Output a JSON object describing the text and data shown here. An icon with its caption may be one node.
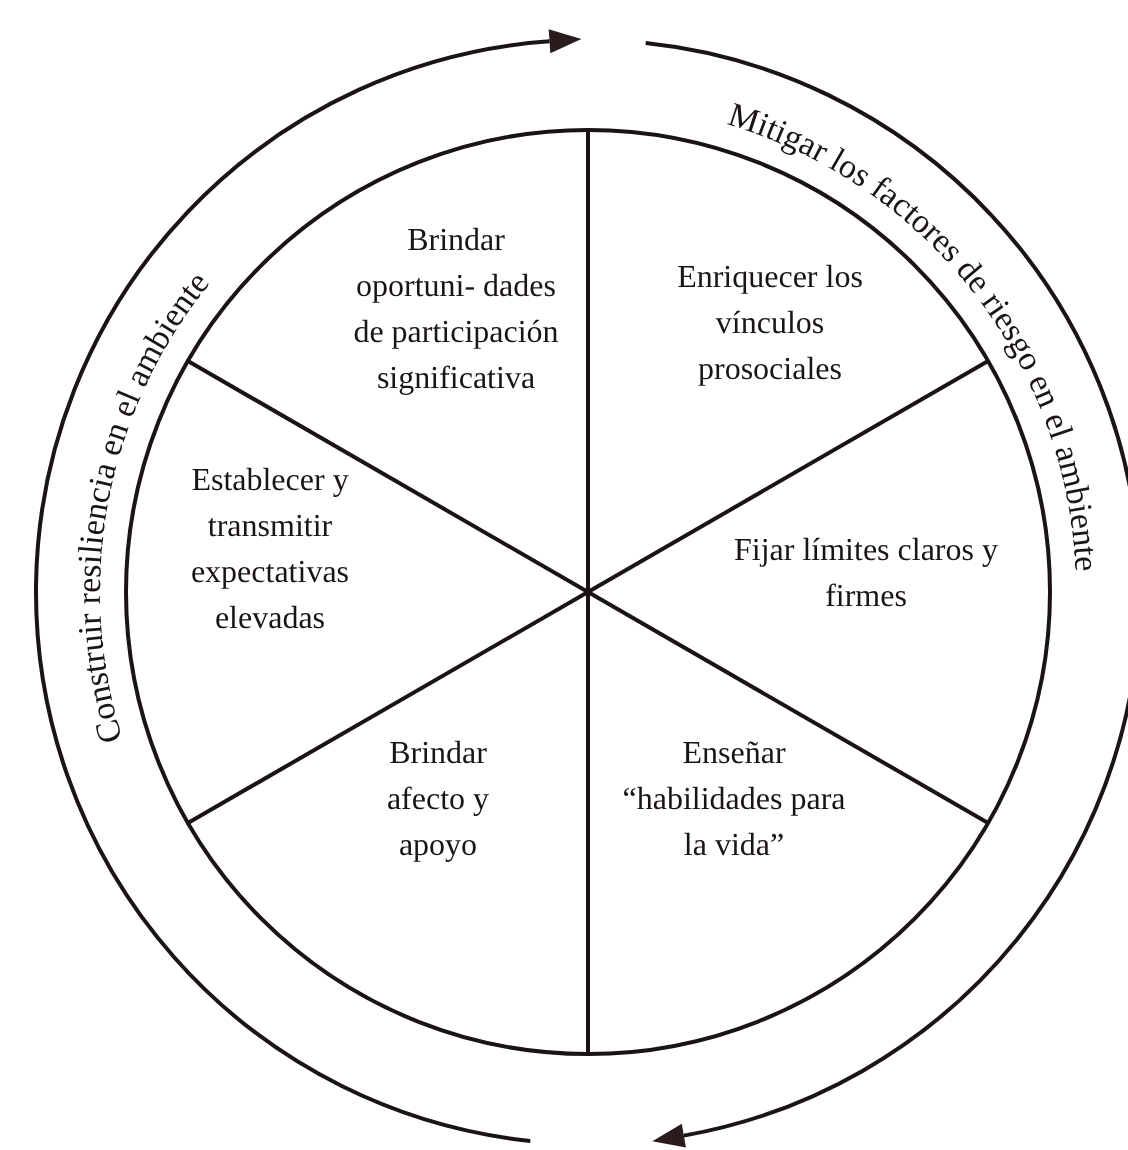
{
  "diagram": {
    "nodes": [
      {
        "text": [
          "Brindar oportuni- dades de participación significativa"
        ]
      },
      {
        "text": [
          "Enriquecer los vínculos prosociales"
        ]
      },
      {
        "text": [
          "Establecer y transmitir expectativas elevadas"
        ]
      },
      {
        "text": [
          "Fijar límites claros y firmes"
        ]
      },
      {
        "text": [
          "Brindar afecto y apoyo"
        ]
      },
      {
        "text": [
          "Enseñar “habilidades para la vida”"
        ]
      }
    ],
    "labels": [
      "Construir resiliencia en el ambiente",
      "Mitigar los factores de riesgo en el ambiente"
    ]
  }
}
